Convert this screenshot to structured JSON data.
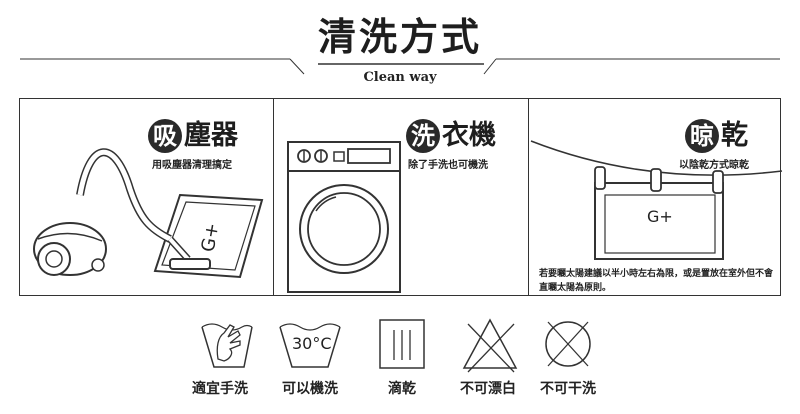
{
  "header": {
    "title": "清洗方式",
    "subtitle": "Clean way"
  },
  "panels": [
    {
      "title_first": "吸",
      "title_rest": "塵器",
      "caption": "用吸塵器清理搞定",
      "icon": "vacuum-cleaner-icon",
      "mat_label": "G+"
    },
    {
      "title_first": "洗",
      "title_rest": "衣機",
      "caption": "除了手洗也可機洗",
      "icon": "washing-machine-icon"
    },
    {
      "title_first": "晾",
      "title_rest": "乾",
      "caption": "以陰乾方式晾乾",
      "icon": "hanging-dry-icon",
      "mat_label": "G+",
      "note": "若要曬太陽建議以半小時左右為限，或是置放在室外但不會直曬太陽為原則。"
    }
  ],
  "care_symbols": [
    {
      "icon": "hand-wash-icon",
      "label": "適宜手洗"
    },
    {
      "icon": "machine-wash-30-icon",
      "label": "可以機洗",
      "temp": "30°C"
    },
    {
      "icon": "drip-dry-icon",
      "label": "滴乾"
    },
    {
      "icon": "no-bleach-icon",
      "label": "不可漂白"
    },
    {
      "icon": "no-dry-clean-icon",
      "label": "不可干洗"
    }
  ]
}
